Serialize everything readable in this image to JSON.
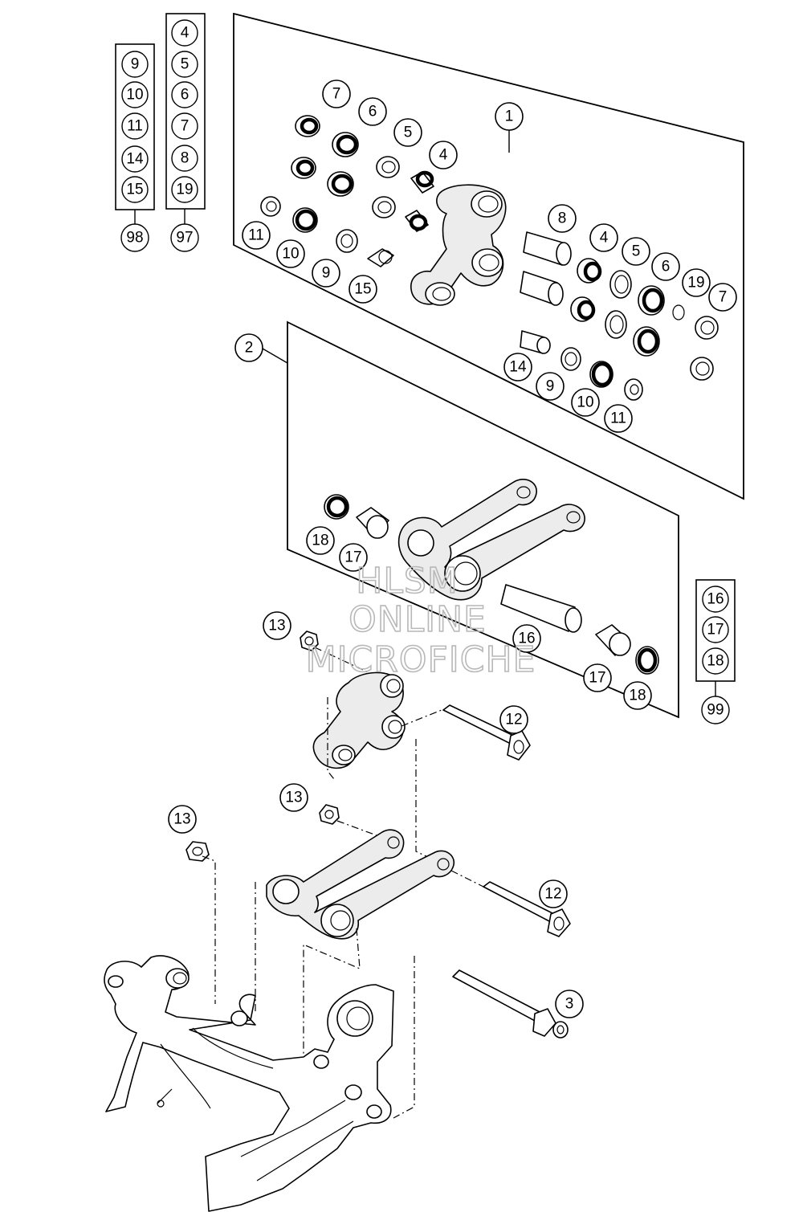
{
  "callouts": {
    "c1": "1",
    "c2": "2",
    "c3": "3",
    "k1_7": "7",
    "k1_6": "6",
    "k1_5": "5",
    "k1_4": "4",
    "k1_11": "11",
    "k1_10": "10",
    "k1_9": "9",
    "k1_15": "15",
    "k1_8": "8",
    "k1_4b": "4",
    "k1_5b": "5",
    "k1_6b": "6",
    "k1_19": "19",
    "k1_7b": "7",
    "k1_14": "14",
    "k1_9b": "9",
    "k1_10b": "10",
    "k1_11b": "11",
    "k2_18": "18",
    "k2_17": "17",
    "k2_16": "16",
    "k2_17b": "17",
    "k2_18b": "18",
    "p13a": "13",
    "p12a": "12",
    "p13b": "13",
    "p13c": "13",
    "p12b": "12"
  },
  "kits": {
    "k98": {
      "items": [
        "9",
        "10",
        "11",
        "14",
        "15"
      ],
      "label": "98"
    },
    "k97": {
      "items": [
        "4",
        "5",
        "6",
        "7",
        "8",
        "19"
      ],
      "label": "97"
    },
    "k99": {
      "items": [
        "16",
        "17",
        "18"
      ],
      "label": "99"
    }
  },
  "watermark": {
    "line1": "HLSM",
    "line2": "ONLINE",
    "line3": "MICROFICHE"
  }
}
